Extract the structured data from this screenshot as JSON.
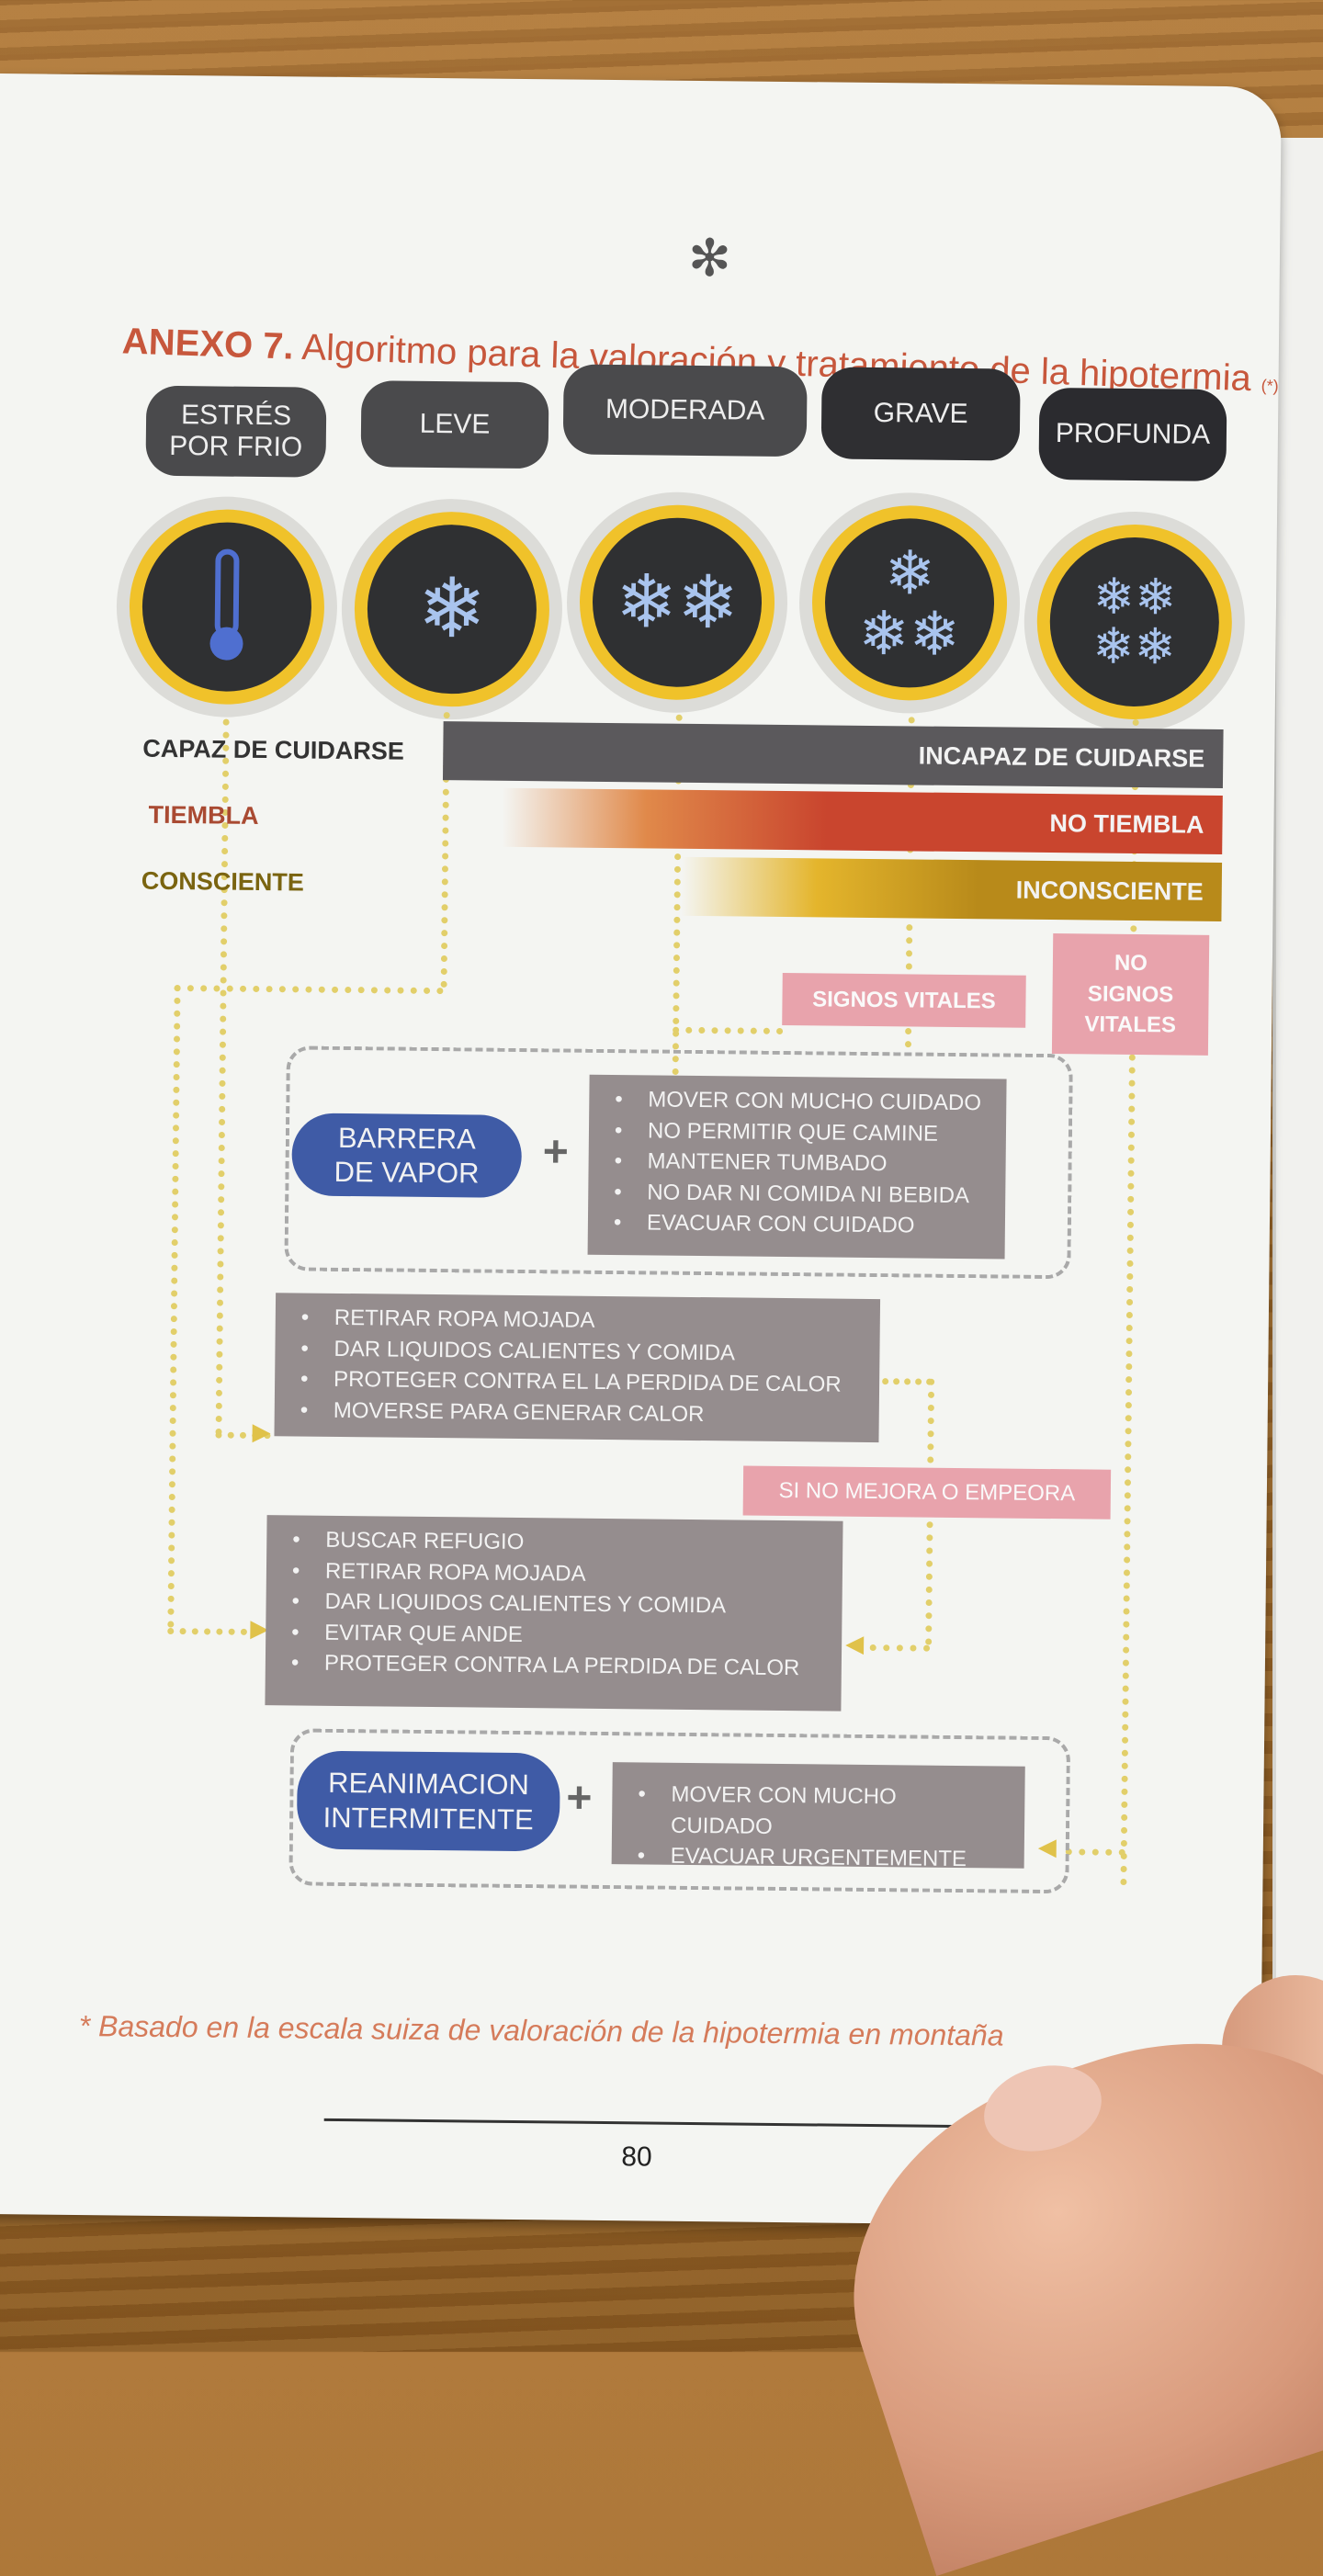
{
  "header": {
    "icon": "star-of-life-icon",
    "title_bold": "ANEXO 7.",
    "title_rest": " Algoritmo para la valoración y tratamiento de la hipotermia",
    "title_note": "(*)"
  },
  "stages": [
    {
      "label": "ESTRÉS\nPOR FRIO",
      "icon": "thermometer-icon",
      "snowflakes": 0
    },
    {
      "label": "LEVE",
      "icon": "snowflake-icon",
      "snowflakes": 1
    },
    {
      "label": "MODERADA",
      "icon": "snowflake-icon",
      "snowflakes": 2
    },
    {
      "label": "GRAVE",
      "icon": "snowflake-icon",
      "snowflakes": 3
    },
    {
      "label": "PROFUNDA",
      "icon": "snowflake-icon",
      "snowflakes": 4
    }
  ],
  "scales": [
    {
      "left": "CAPAZ DE CUIDARSE",
      "right": "INCAPAZ DE CUIDARSE",
      "color": "#5b595c"
    },
    {
      "left": "TIEMBLA",
      "right": "NO TIEMBLA",
      "color": "#c9452e"
    },
    {
      "left": "CONSCIENTE",
      "right": "INCONSCIENTE",
      "color": "#c4901c"
    }
  ],
  "signs": {
    "vital": "SIGNOS VITALES",
    "no_vital": "NO\nSIGNOS\nVITALES",
    "worsen": "SI NO MEJORA O EMPEORA"
  },
  "boxes": {
    "vapor": {
      "label": "BARRERA\nDE VAPOR",
      "plus": "+",
      "items": [
        "MOVER CON MUCHO  CUIDADO",
        "NO PERMITIR  QUE CAMINE",
        "MANTENER  TUMBADO",
        "NO DAR NI COMIDA  NI BEBIDA",
        "EVACUAR  CON CUIDADO"
      ]
    },
    "leve": {
      "items": [
        "RETIRAR ROPA MOJADA",
        "DAR LIQUIDOS CALIENTES Y COMIDA",
        "PROTEGER CONTRA EL LA PERDIDA DE CALOR",
        "MOVERSE  PARA GENERAR CALOR"
      ]
    },
    "estres": {
      "items": [
        "BUSCAR REFUGIO",
        "RETIRAR ROPA MOJADA",
        "DAR LIQUIDOS CALIENTES Y COMIDA",
        "EVITAR QUE ANDE",
        "PROTEGER CONTRA LA PERDIDA DE CALOR"
      ]
    },
    "reanimacion": {
      "label": "REANIMACION\nINTERMITENTE",
      "plus": "+",
      "items": [
        "MOVER CON MUCHO  CUIDADO",
        "EVACUAR  URGENTEMENTE"
      ]
    }
  },
  "footnote": "* Basado en la escala suiza de valoración de la hipotermia en montaña",
  "page_number": "80"
}
